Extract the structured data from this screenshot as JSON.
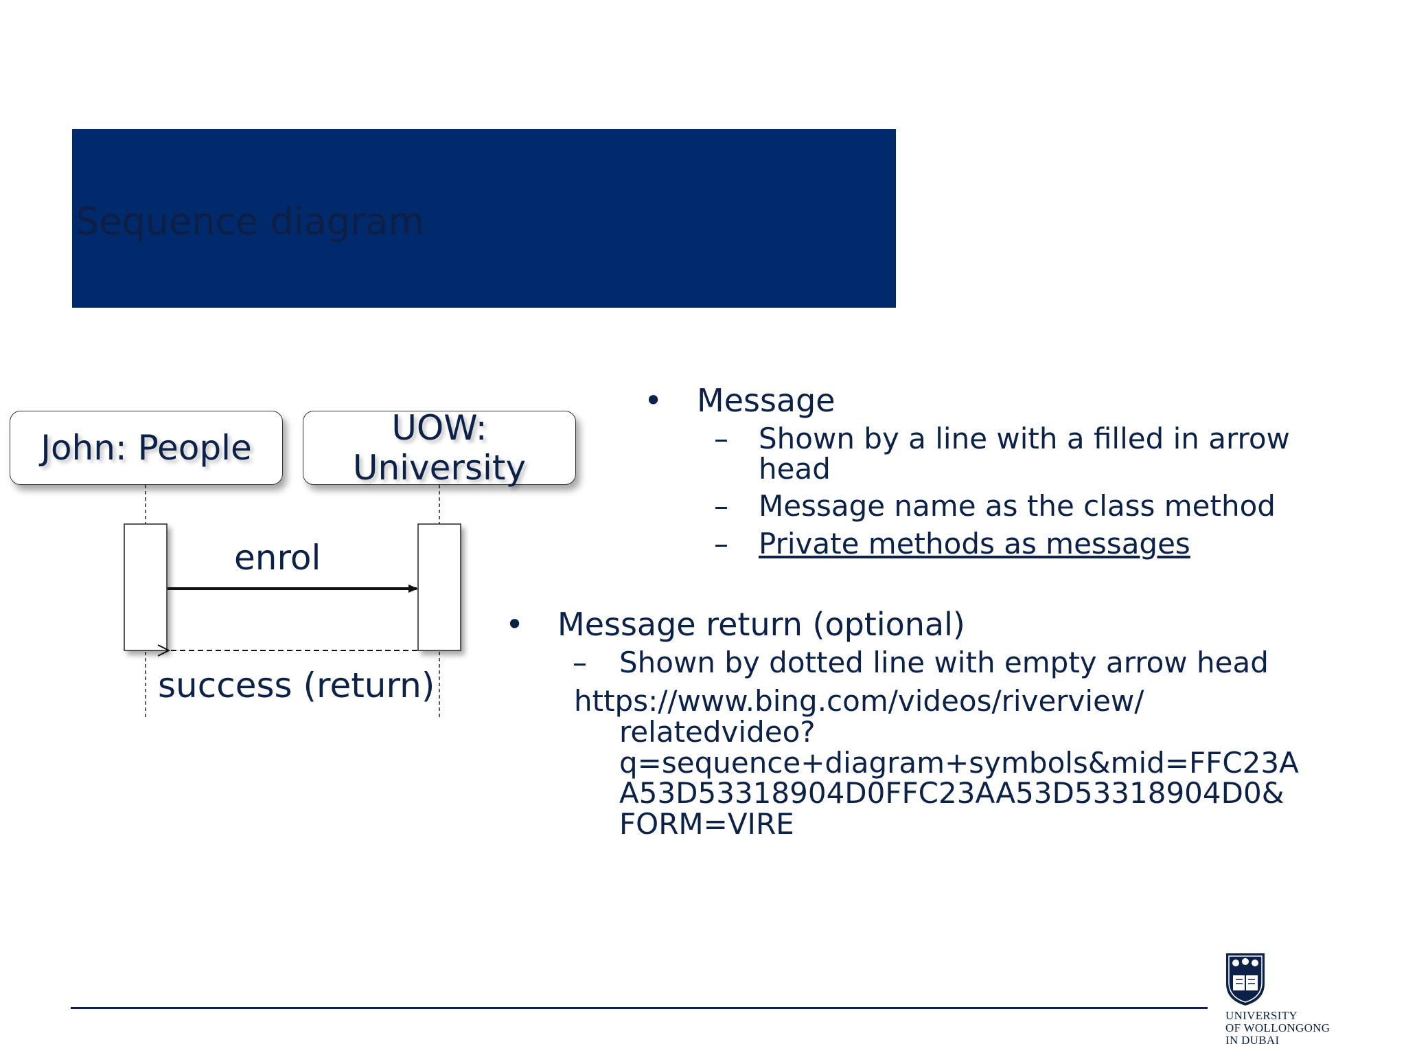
{
  "slide": {
    "title": "Sequence diagram"
  },
  "diagram": {
    "lifelines": [
      {
        "label": "John: People"
      },
      {
        "label_line1": "UOW:",
        "label_line2": "University"
      }
    ],
    "messages": [
      {
        "label": "enrol",
        "kind": "synchronous"
      },
      {
        "label": "success (return)",
        "kind": "return"
      }
    ]
  },
  "bullets": {
    "message": {
      "heading": "Message",
      "items": [
        {
          "line1": "Shown by a line with a filled in arrow",
          "line2": "head"
        },
        {
          "line1": "Message name as the class method"
        },
        {
          "line1": "Private methods as messages"
        }
      ]
    },
    "message_return": {
      "heading": "Message return (optional)",
      "item": "Shown by dotted line with empty arrow head",
      "url_lines": [
        "https://www.bing.com/videos/riverview/",
        "relatedvideo?",
        "q=sequence+diagram+symbols&mid=FFC23A",
        "A53D53318904D0FFC23AA53D53318904D0&",
        "FORM=VIRE"
      ]
    }
  },
  "bullet_marks": {
    "dot": "•",
    "dash": "–"
  },
  "logo": {
    "line1": "UNIVERSITY",
    "line2": "OF WOLLONGONG",
    "line3": "IN DUBAI"
  },
  "colors": {
    "title_bar": "#002a6c",
    "text": "#0b2147"
  }
}
